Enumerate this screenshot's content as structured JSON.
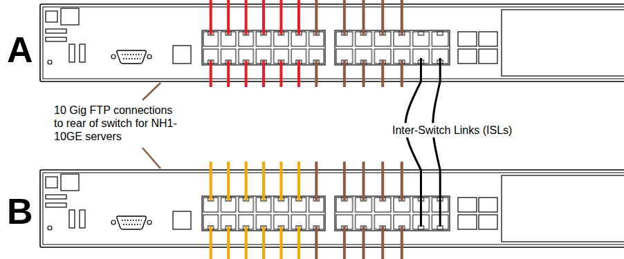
{
  "diagram": {
    "nodes": [
      {
        "text": [
          "A"
        ]
      },
      {
        "text": [
          "B"
        ]
      }
    ],
    "edges": [
      {
        "from": 0,
        "to": 1,
        "arrow": "none",
        "label": "Inter-Switch Links (ISLs)"
      },
      {
        "from": 0,
        "to": 1,
        "arrow": "none"
      }
    ],
    "labels": [
      "10 Gig FTP connections to rear of switch for NH1-10GE servers"
    ]
  }
}
